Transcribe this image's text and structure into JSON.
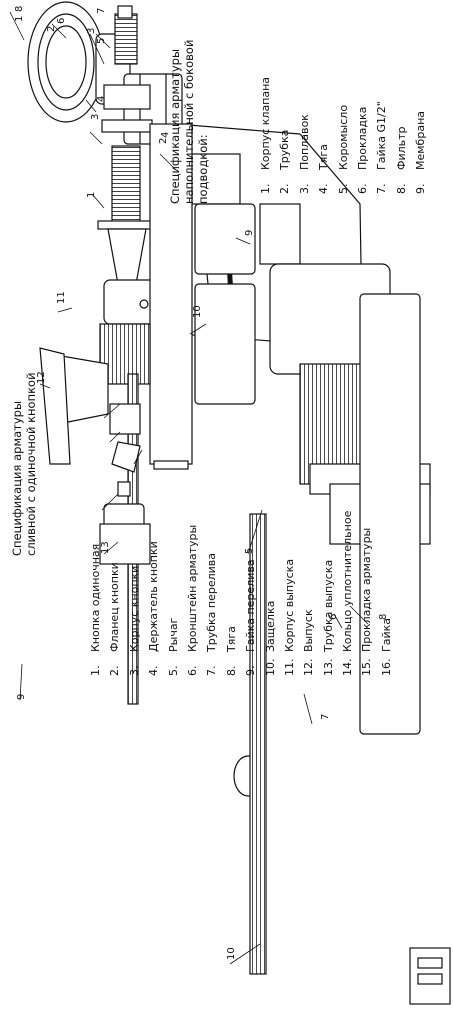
{
  "left_spec": {
    "title_line1": "Спецификация арматуры",
    "title_line2": "сливной с одиночной кнопкой",
    "items": [
      {
        "num": "1.",
        "label": "Кнопка одиночная"
      },
      {
        "num": "2.",
        "label": "Фланец кнопки"
      },
      {
        "num": "3.",
        "label": "Корпус кнопки"
      },
      {
        "num": "4.",
        "label": "Держатель кнопки"
      },
      {
        "num": "5.",
        "label": "Рычаг"
      },
      {
        "num": "6.",
        "label": "Кронштейн арматуры"
      },
      {
        "num": "7.",
        "label": "Трубка перелива"
      },
      {
        "num": "8.",
        "label": "Тяга"
      },
      {
        "num": "9.",
        "label": "Гайка перелива"
      },
      {
        "num": "10.",
        "label": "Защелка"
      },
      {
        "num": "11.",
        "label": "Корпус выпуска"
      },
      {
        "num": "12.",
        "label": "Выпуск"
      },
      {
        "num": "13.",
        "label": "Трубка выпуска"
      },
      {
        "num": "14.",
        "label": "Кольцо уплотнительное"
      },
      {
        "num": "15.",
        "label": "Прокладка арматуры"
      },
      {
        "num": "16.",
        "label": "Гайка"
      }
    ]
  },
  "right_spec": {
    "title_line1": "Спецификация арматуры",
    "title_line2": "наполнительной с боковой",
    "title_line3": "подводкой:",
    "items": [
      {
        "num": "1.",
        "label": "Корпус клапана"
      },
      {
        "num": "2.",
        "label": "Трубка"
      },
      {
        "num": "3.",
        "label": "Поплавок"
      },
      {
        "num": "4.",
        "label": "Тяга"
      },
      {
        "num": "5.",
        "label": "Коромысло"
      },
      {
        "num": "6.",
        "label": "Прокладка"
      },
      {
        "num": "7.",
        "label": "Гайка G1/2\""
      },
      {
        "num": "8.",
        "label": "Фильтр"
      },
      {
        "num": "9.",
        "label": "Мембрана"
      }
    ]
  },
  "fill_valve_callouts": [
    "1",
    "2",
    "3",
    "4",
    "5",
    "6",
    "7",
    "8",
    "9",
    "10",
    "11",
    "12",
    "13"
  ],
  "flush_valve_callouts": [
    "1",
    "2",
    "3",
    "4",
    "5",
    "6",
    "7",
    "8",
    "9",
    "10"
  ]
}
